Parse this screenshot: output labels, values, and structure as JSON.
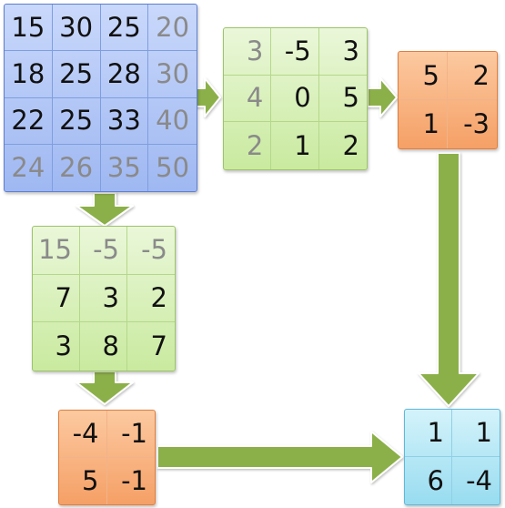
{
  "colors": {
    "blue_fill": "#b3c8f6",
    "green_fill": "#d6efb8",
    "orange_fill": "#f8b382",
    "cyan_fill": "#b5e8f6",
    "arrow": "#8cb04a"
  },
  "input_matrix": {
    "rows": [
      [
        {
          "v": "15",
          "dim": false
        },
        {
          "v": "30",
          "dim": false
        },
        {
          "v": "25",
          "dim": false
        },
        {
          "v": "20",
          "dim": true
        }
      ],
      [
        {
          "v": "18",
          "dim": false
        },
        {
          "v": "25",
          "dim": false
        },
        {
          "v": "28",
          "dim": false
        },
        {
          "v": "30",
          "dim": true
        }
      ],
      [
        {
          "v": "22",
          "dim": false
        },
        {
          "v": "25",
          "dim": false
        },
        {
          "v": "33",
          "dim": false
        },
        {
          "v": "40",
          "dim": true
        }
      ],
      [
        {
          "v": "24",
          "dim": true
        },
        {
          "v": "26",
          "dim": true
        },
        {
          "v": "35",
          "dim": true
        },
        {
          "v": "50",
          "dim": true
        }
      ]
    ]
  },
  "horizontal_diff": {
    "rows": [
      [
        {
          "v": "3",
          "dim": true
        },
        {
          "v": "-5",
          "dim": false
        },
        {
          "v": "3",
          "dim": false
        }
      ],
      [
        {
          "v": "4",
          "dim": true
        },
        {
          "v": "0",
          "dim": false
        },
        {
          "v": "5",
          "dim": false
        }
      ],
      [
        {
          "v": "2",
          "dim": true
        },
        {
          "v": "1",
          "dim": false
        },
        {
          "v": "2",
          "dim": false
        }
      ]
    ]
  },
  "horizontal_result": {
    "rows": [
      [
        {
          "v": "5",
          "dim": false
        },
        {
          "v": "2",
          "dim": false
        }
      ],
      [
        {
          "v": "1",
          "dim": false
        },
        {
          "v": "-3",
          "dim": false
        }
      ]
    ]
  },
  "vertical_diff": {
    "rows": [
      [
        {
          "v": "15",
          "dim": true
        },
        {
          "v": "-5",
          "dim": true
        },
        {
          "v": "-5",
          "dim": true
        }
      ],
      [
        {
          "v": "7",
          "dim": false
        },
        {
          "v": "3",
          "dim": false
        },
        {
          "v": "2",
          "dim": false
        }
      ],
      [
        {
          "v": "3",
          "dim": false
        },
        {
          "v": "8",
          "dim": false
        },
        {
          "v": "7",
          "dim": false
        }
      ]
    ]
  },
  "vertical_result": {
    "rows": [
      [
        {
          "v": "-4",
          "dim": false
        },
        {
          "v": "-1",
          "dim": false
        }
      ],
      [
        {
          "v": "5",
          "dim": false
        },
        {
          "v": "-1",
          "dim": false
        }
      ]
    ]
  },
  "final_result": {
    "rows": [
      [
        {
          "v": "1",
          "dim": false
        },
        {
          "v": "1",
          "dim": false
        }
      ],
      [
        {
          "v": "6",
          "dim": false
        },
        {
          "v": "-4",
          "dim": false
        }
      ]
    ]
  }
}
